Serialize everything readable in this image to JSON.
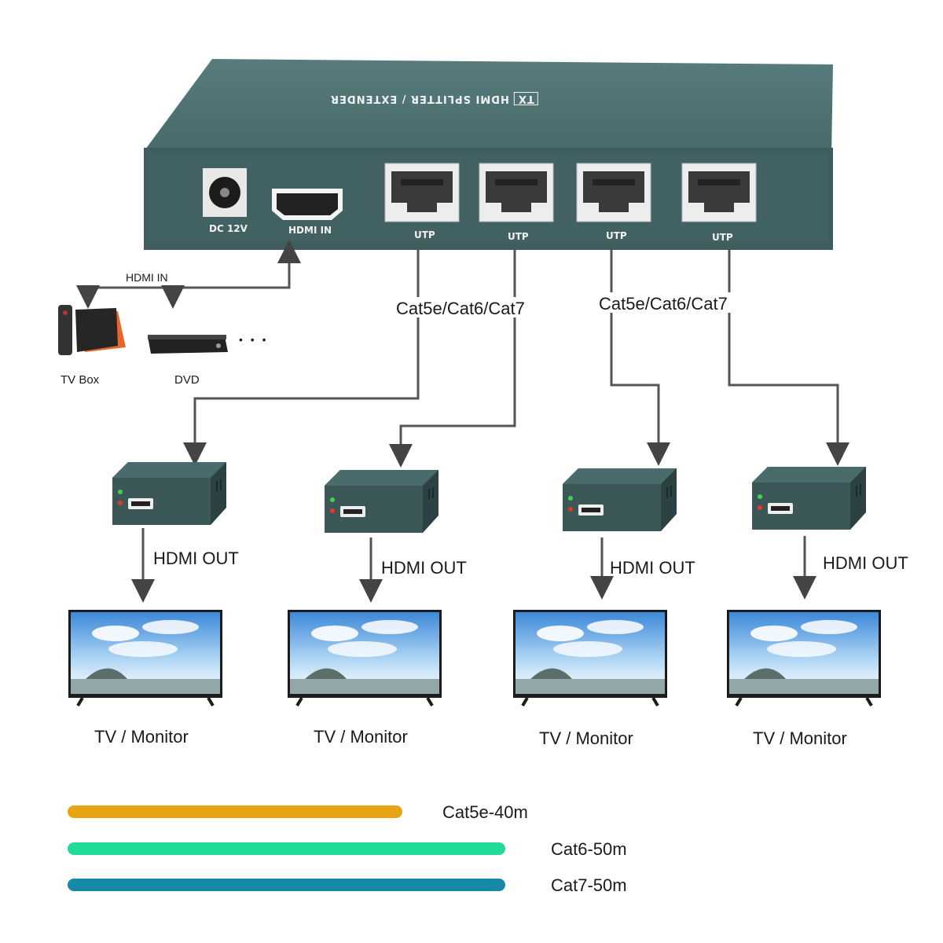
{
  "transmitter": {
    "top_label": "HDMI SPLITTER / EXTENDER",
    "badge": "TX",
    "dc_label": "DC 12V",
    "hdmi_in_label": "HDMI IN",
    "utp_labels": [
      "UTP",
      "UTP",
      "UTP",
      "UTP"
    ]
  },
  "sources": {
    "hdmi_in_label": "HDMI IN",
    "tvbox_label": "TV Box",
    "dvd_label": "DVD",
    "more": "• • •"
  },
  "cable_labels": [
    "Cat5e/Cat6/Cat7",
    "Cat5e/Cat6/Cat7"
  ],
  "receivers": [
    {
      "hdmi_out": "HDMI OUT",
      "tv_label": "TV / Monitor"
    },
    {
      "hdmi_out": "HDMI OUT",
      "tv_label": "TV / Monitor"
    },
    {
      "hdmi_out": "HDMI OUT",
      "tv_label": "TV / Monitor"
    },
    {
      "hdmi_out": "HDMI OUT",
      "tv_label": "TV / Monitor"
    }
  ],
  "legend": [
    {
      "label": "Cat5e-40m",
      "distance_m": 40,
      "color": "#e8a412"
    },
    {
      "label": "Cat6-50m",
      "distance_m": 50,
      "color": "#1fdc98"
    },
    {
      "label": "Cat7-50m",
      "distance_m": 50,
      "color": "#1689a8"
    }
  ],
  "colors": {
    "device": "#3f5d5e",
    "line": "#555555"
  }
}
